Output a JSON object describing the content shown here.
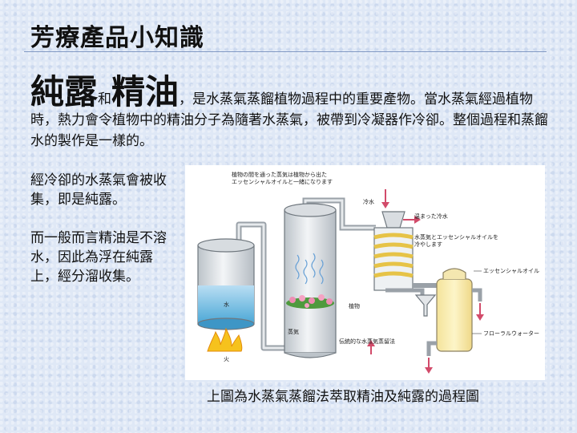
{
  "title": "芳療產品小知識",
  "intro": {
    "hydrosol": "純露",
    "and": "和",
    "oil": "精油",
    "rest": "，是水蒸氣蒸餾植物過程中的重要產物。當水蒸氣經過植物時，熱力會令植物中的精油分子為隨著水蒸氣，被帶到冷凝器作冷卻。整個過程和蒸餾水的製作是一樣的。"
  },
  "side": {
    "p1": "經冷卻的水蒸氣會被收集，即是純露。",
    "p2": "而一般而言精油是不溶水，因此為浮在純露上，經分溜收集。"
  },
  "diagram": {
    "note_top": [
      "植物の間を通った蒸気は植物から出た",
      "エッセンシャルオイルと一緒になります"
    ],
    "cold_water": "冷水",
    "warm_water": "温まった冷水",
    "steam_oil": [
      "水蒸気とエッセンシャルオイルを",
      "冷やします"
    ],
    "essential_oil": "エッセンシャルオイル",
    "floral_water": "フローラルウォーター",
    "water": "水",
    "fire": "火",
    "steam": "蒸気",
    "plants": "植物",
    "method": "伝統的な水蒸気蒸留法"
  },
  "caption": "上圖為水蒸氣蒸餾法萃取精油及純露的過程圖"
}
